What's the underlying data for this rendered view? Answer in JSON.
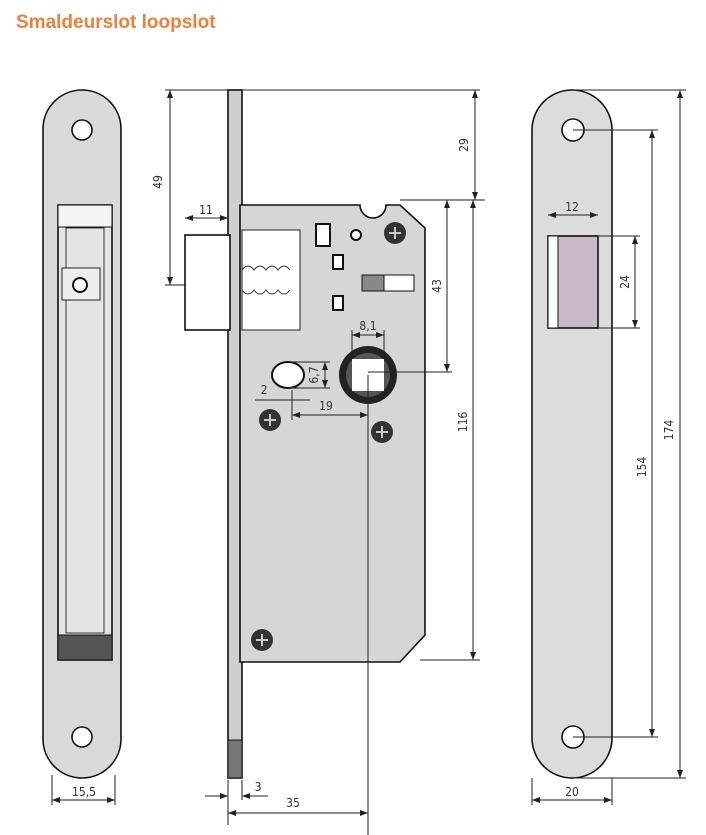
{
  "title": "Smaldeurslot loopslot",
  "colors": {
    "title": "#e8823a",
    "plate": "#d9d9d9",
    "strike_insert": "#c9b8c8",
    "dark": "#2a2a2a"
  },
  "dimensions": {
    "front_width": "15,5",
    "latch_height": "49",
    "latch_projection": "11",
    "top_offset": "29",
    "follower_offset": "43",
    "follower_square": "8,1",
    "hole_height": "6,7",
    "hole_offset": "2",
    "hole_distance": "19",
    "body_height": "116",
    "plate_thickness": "3",
    "backset": "35",
    "strike_opening_width": "12",
    "strike_opening_height": "24",
    "strike_hole_distance": "154",
    "strike_height": "174",
    "strike_width": "20"
  }
}
